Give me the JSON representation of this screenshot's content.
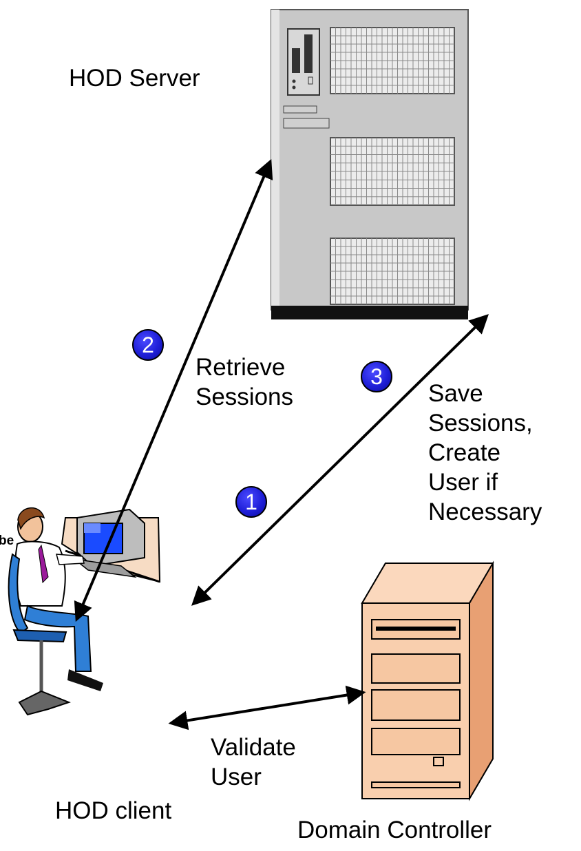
{
  "labels": {
    "hod_server": "HOD Server",
    "hod_client": "HOD client",
    "domain_controller": "Domain Controller",
    "retrieve_sessions": "Retrieve\nSessions",
    "save_sessions": "Save\nSessions,\nCreate\nUser if\nNecessary",
    "validate_user": "Validate\nUser",
    "edge_fragment": "be"
  },
  "steps": {
    "step1": "1",
    "step2": "2",
    "step3": "3"
  },
  "colors": {
    "badge": "#1f1fd8",
    "server_gray": "#c8c8c8",
    "controller_tan": "#f7c9a4",
    "monitor_blue": "#1a4bff"
  }
}
